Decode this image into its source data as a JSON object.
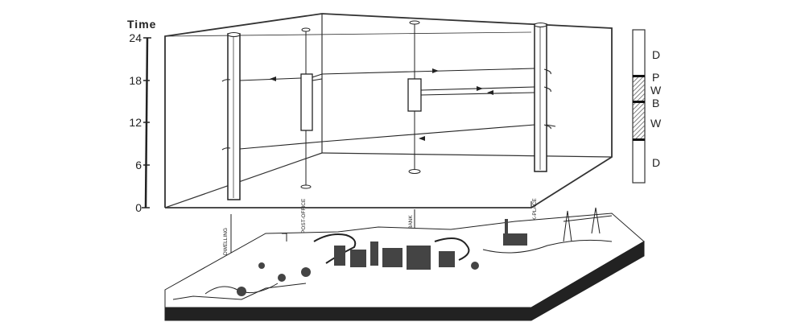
{
  "axis": {
    "title": "Time",
    "ticks": [
      "0",
      "6",
      "12",
      "18",
      "24"
    ]
  },
  "locations": [
    "DWELLING",
    "POST-OFFICE",
    "BANK",
    "WORK-PLACE"
  ],
  "activity_bar": {
    "labels": [
      "D",
      "P",
      "W",
      "B",
      "W",
      "D"
    ]
  },
  "colors": {
    "ink": "#222222",
    "background": "#ffffff"
  }
}
